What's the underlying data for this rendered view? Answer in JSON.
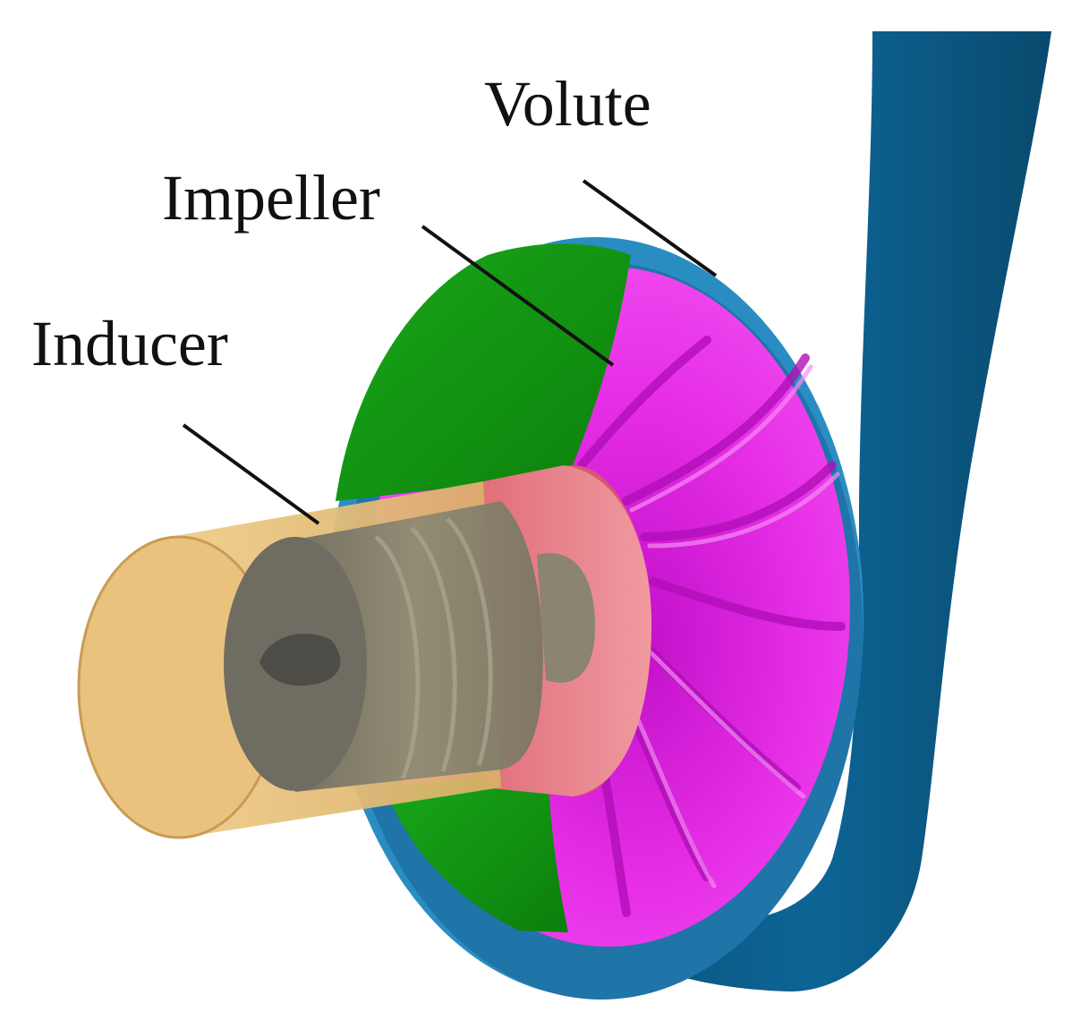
{
  "labels": {
    "volute": "Volute",
    "impeller": "Impeller",
    "inducer": "Inducer"
  },
  "colors": {
    "volute_dark": "#0b5b86",
    "volute_light": "#2f8fc4",
    "shroud_green": "#119a11",
    "impeller_magenta": "#e41ee4",
    "hub_pink": "#e77e86",
    "inducer_gray": "#8a8470",
    "inlet_tan": "#e8c07a"
  }
}
